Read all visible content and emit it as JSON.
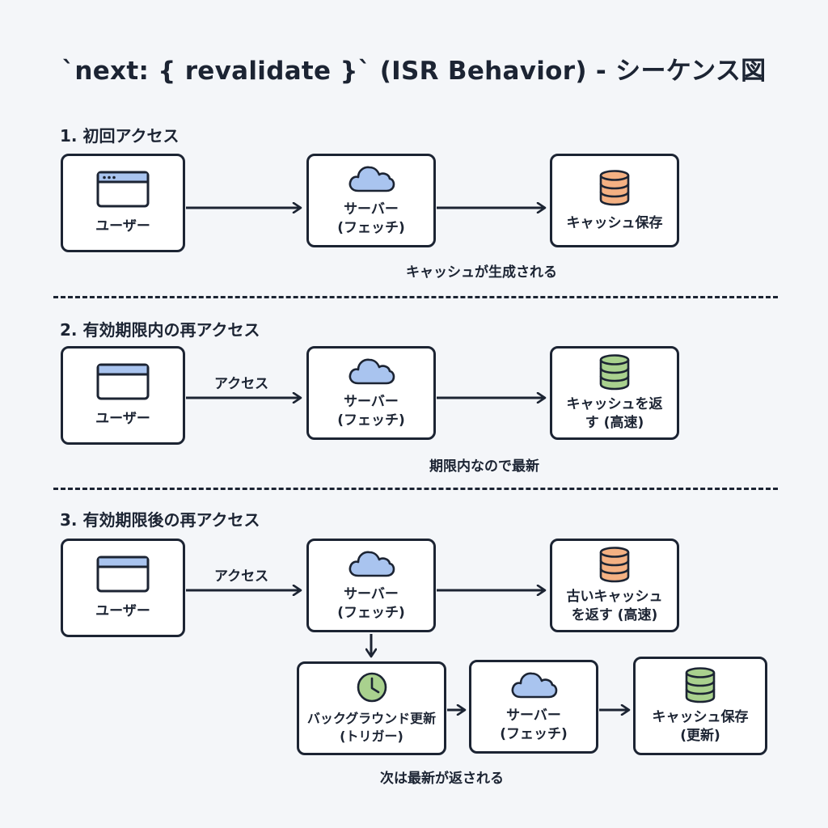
{
  "title": "`next: { revalidate }` (ISR Behavior) - シーケンス図",
  "sections": [
    {
      "label": "1. 初回アクセス",
      "user": "ユーザー",
      "server": "サーバー\n(フェッチ)",
      "cache": "キャッシュ保存",
      "cache_color": "#f4b183",
      "caption": "キャッシュが生成される"
    },
    {
      "label": "2. 有効期限内の再アクセス",
      "user": "ユーザー",
      "edge_label": "アクセス",
      "server": "サーバー\n(フェッチ)",
      "cache": "キャッシュを返\nす (高速)",
      "cache_color": "#a9d18e",
      "caption": "期限内なので最新"
    },
    {
      "label": "3. 有効期限後の再アクセス",
      "user": "ユーザー",
      "edge_label": "アクセス",
      "server": "サーバー\n(フェッチ)",
      "cache": "古いキャッシュ\nを返す (高速)",
      "cache_color": "#f4b183",
      "background": "バックグラウンド更新\n(トリガー)",
      "server2": "サーバー\n(フェッチ)",
      "cache2": "キャッシュ保存\n(更新)",
      "cache2_color": "#a9d18e",
      "caption": "次は最新が返される"
    }
  ],
  "icons": {
    "user": "browser-window-icon",
    "server": "cloud-icon",
    "cache": "database-icon",
    "background": "clock-icon"
  },
  "colors": {
    "ink": "#1c2433",
    "cloud": "#a9c4ef",
    "clock": "#a9d18e",
    "browser_bar": "#a9c4ef"
  }
}
